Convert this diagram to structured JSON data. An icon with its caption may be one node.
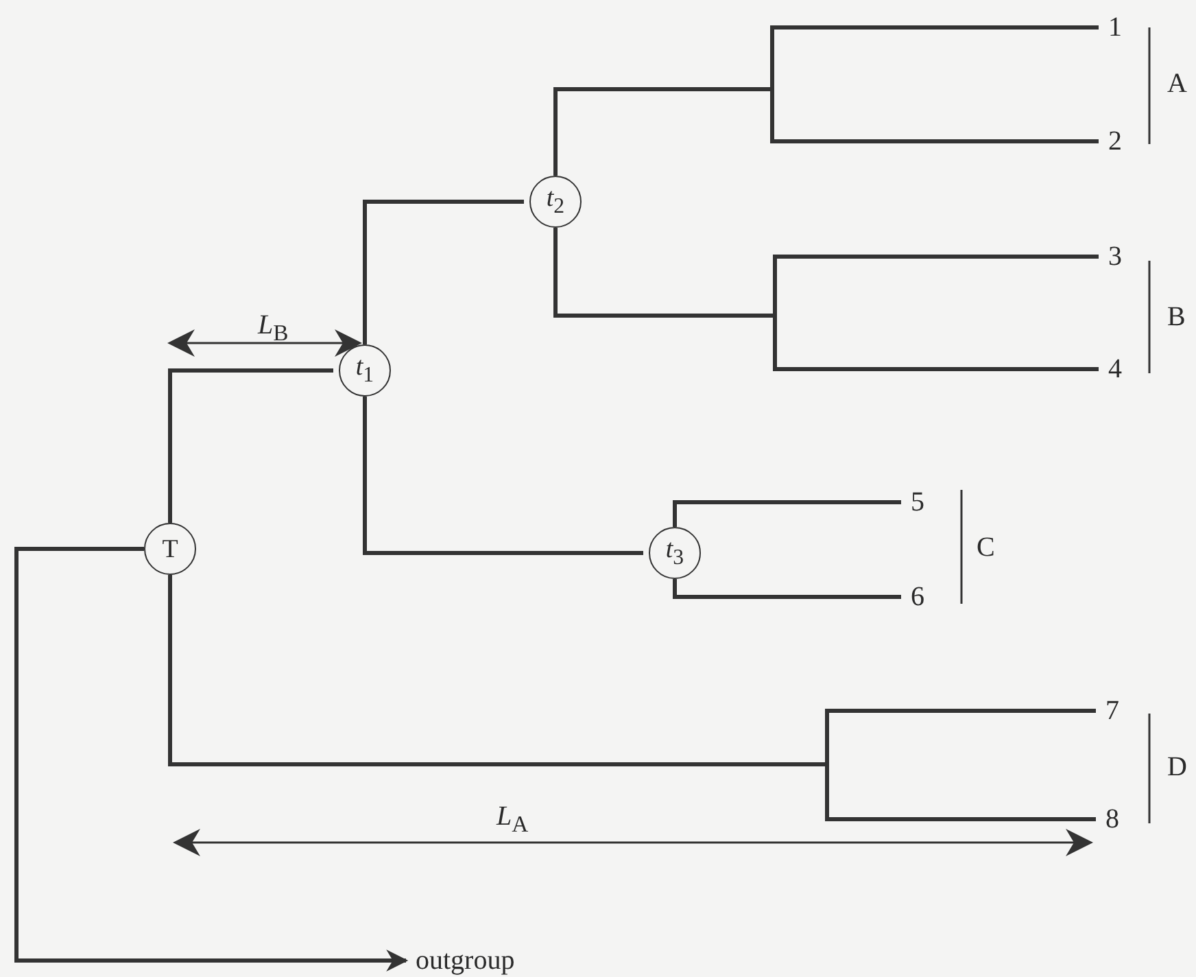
{
  "diagram": {
    "nodes": [
      {
        "text": [
          "1"
        ]
      },
      {
        "text": [
          "2"
        ]
      },
      {
        "text": [
          "*t*$_{2}$"
        ]
      },
      {
        "text": [
          "3"
        ]
      },
      {
        "text": [
          "4"
        ]
      },
      {
        "text": [
          "*t*$_{1}$"
        ]
      },
      {
        "text": [
          "T"
        ]
      },
      {
        "text": [
          "*t*$_{3}$"
        ]
      },
      {
        "text": [
          "5"
        ]
      },
      {
        "text": [
          "6"
        ]
      },
      {
        "text": [
          "7"
        ]
      },
      {
        "text": [
          "8"
        ]
      },
      {
        "text": [
          "outgroup"
        ]
      }
    ],
    "edges": [
      {
        "from": 6,
        "to": 5,
        "arrow": "none"
      },
      {
        "from": 6,
        "to": 10,
        "arrow": "none"
      },
      {
        "from": 6,
        "to": 11,
        "arrow": "none"
      },
      {
        "from": 6,
        "to": 12,
        "arrow": "to"
      },
      {
        "from": 5,
        "to": 2,
        "arrow": "none"
      },
      {
        "from": 5,
        "to": 7,
        "arrow": "none"
      },
      {
        "from": 2,
        "to": 0,
        "arrow": "none"
      },
      {
        "from": 2,
        "to": 1,
        "arrow": "none"
      },
      {
        "from": 2,
        "to": 3,
        "arrow": "none"
      },
      {
        "from": 2,
        "to": 4,
        "arrow": "none"
      },
      {
        "from": 7,
        "to": 8,
        "arrow": "none"
      },
      {
        "from": 7,
        "to": 9,
        "arrow": "none"
      }
    ],
    "labels": [
      "A",
      "B",
      "*L*$_{B}$",
      "C",
      "D",
      "*L*$_{A}$"
    ]
  }
}
